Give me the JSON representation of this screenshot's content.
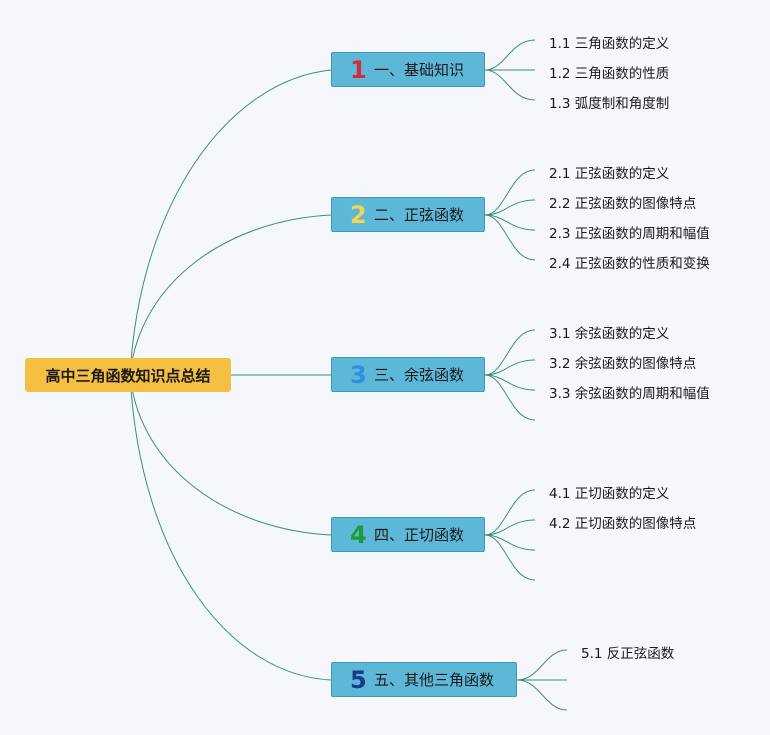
{
  "root": {
    "label": "高中三角函数知识点总结"
  },
  "branches": [
    {
      "num": "1",
      "label": "一、基础知识",
      "num_color": "#d92a3a",
      "items": [
        "1.1 三角函数的定义",
        "1.2 三角函数的性质",
        "1.3 弧度制和角度制"
      ]
    },
    {
      "num": "2",
      "label": "二、正弦函数",
      "num_color": "#f2d64b",
      "items": [
        "2.1 正弦函数的定义",
        "2.2 正弦函数的图像特点",
        "2.3 正弦函数的周期和幅值",
        "2.4 正弦函数的性质和变换"
      ]
    },
    {
      "num": "3",
      "label": "三、余弦函数",
      "num_color": "#2f8fe0",
      "items": [
        "3.1 余弦函数的定义",
        "3.2 余弦函数的图像特点",
        "3.3 余弦函数的周期和幅值",
        ""
      ]
    },
    {
      "num": "4",
      "label": "四、正切函数",
      "num_color": "#1f9a3a",
      "items": [
        "4.1 正切函数的定义",
        "4.2 正切函数的图像特点",
        "",
        ""
      ]
    },
    {
      "num": "5",
      "label": "五、其他三角函数",
      "num_color": "#163a8c",
      "items": [
        "5.1 反正弦函数",
        "",
        ""
      ]
    }
  ],
  "colors": {
    "line": "#3d8f78",
    "root_fill": "#f5c042",
    "branch_fill": "#5db8d8"
  }
}
